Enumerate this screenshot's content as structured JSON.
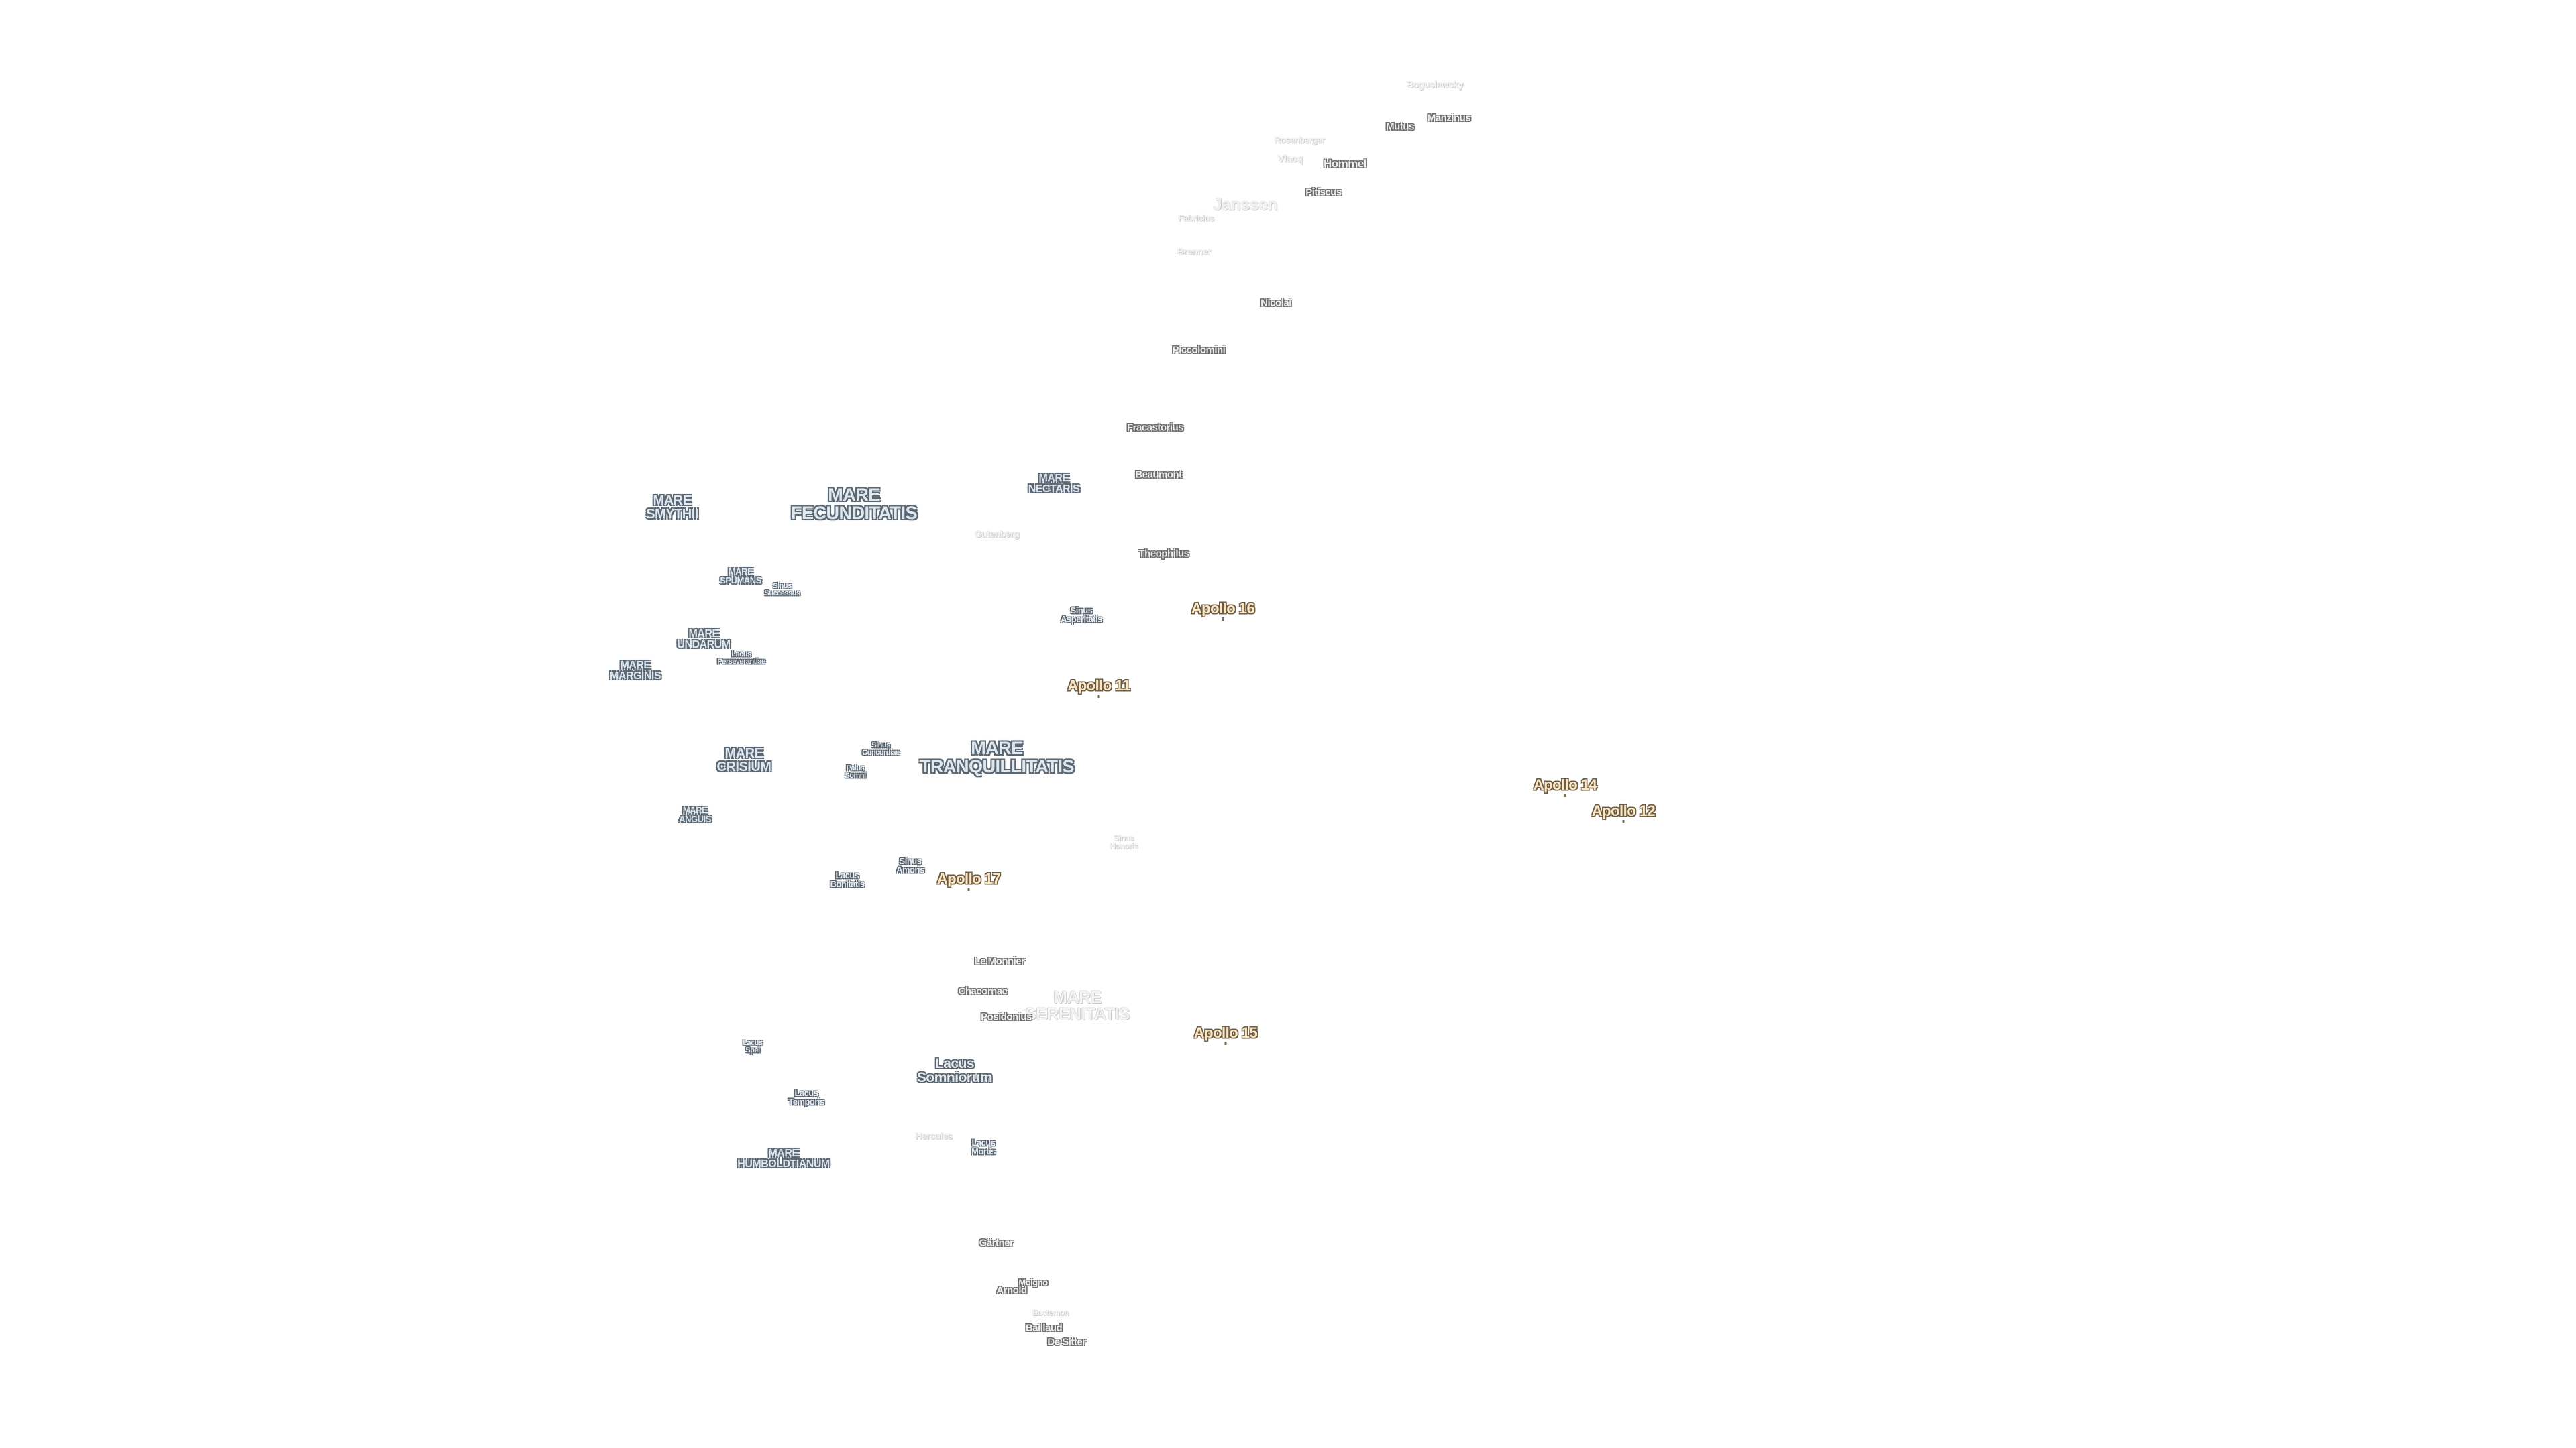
{
  "apollo_sites": [
    {
      "id": "apollo-16",
      "label": "Apollo 16"
    },
    {
      "id": "apollo-11",
      "label": "Apollo 11"
    },
    {
      "id": "apollo-14",
      "label": "Apollo 14"
    },
    {
      "id": "apollo-12",
      "label": "Apollo 12"
    },
    {
      "id": "apollo-17",
      "label": "Apollo 17"
    },
    {
      "id": "apollo-15",
      "label": "Apollo 15"
    }
  ],
  "maria": [
    {
      "id": "mare-fecunditatis",
      "label": "MARE\nFECUNDITATIS"
    },
    {
      "id": "mare-tranquillitatis",
      "label": "MARE\nTRANQUILLITATIS"
    },
    {
      "id": "mare-crisium",
      "label": "MARE\nCRISIUM"
    },
    {
      "id": "mare-smythii",
      "label": "MARE\nSMYTHII"
    },
    {
      "id": "mare-nectaris",
      "label": "MARE\nNECTARIS"
    },
    {
      "id": "mare-marginis",
      "label": "MARE\nMARGINIS"
    },
    {
      "id": "mare-undarum",
      "label": "MARE\nUNDARUM"
    },
    {
      "id": "mare-humboldtianum",
      "label": "MARE\nHUMBOLDTIANUM"
    },
    {
      "id": "mare-spumans",
      "label": "MARE\nSPUMANS"
    },
    {
      "id": "mare-anguis",
      "label": "MARE\nANGUIS"
    },
    {
      "id": "mare-serenitatis",
      "label": "MARE\nSERENITATIS"
    }
  ],
  "lakes_bays": [
    {
      "id": "lacus-somniorum",
      "label": "Lacus\nSomniorum"
    },
    {
      "id": "sinus-successus",
      "label": "Sinus\nSuccessus"
    },
    {
      "id": "lacus-perseverantiae",
      "label": "Lacus\nPerseverantiae"
    },
    {
      "id": "sinus-asperitatis",
      "label": "Sinus\nAsperitatis"
    },
    {
      "id": "sinus-concordiae",
      "label": "Sinus\nConcordiae"
    },
    {
      "id": "palus-somni",
      "label": "Palus\nSomni"
    },
    {
      "id": "sinus-amoris",
      "label": "Sinus\nAmoris"
    },
    {
      "id": "lacus-bonitatis",
      "label": "Lacus\nBonitatis"
    },
    {
      "id": "lacus-spei",
      "label": "Lacus\nSpei"
    },
    {
      "id": "lacus-temporis",
      "label": "Lacus\nTemporis"
    },
    {
      "id": "lacus-mortis",
      "label": "Lacus\nMortis"
    },
    {
      "id": "sinus-honoris",
      "label": "Sinus\nHonoris"
    }
  ],
  "craters": [
    {
      "id": "boguslawsky",
      "label": "Boguslawsky"
    },
    {
      "id": "manzinus",
      "label": "Manzinus"
    },
    {
      "id": "mutus",
      "label": "Mutus"
    },
    {
      "id": "hommel",
      "label": "Hommel"
    },
    {
      "id": "vlacq",
      "label": "Vlacq"
    },
    {
      "id": "rosenberger",
      "label": "Rosenberger"
    },
    {
      "id": "pitiscus",
      "label": "Pitiscus"
    },
    {
      "id": "janssen",
      "label": "Janssen"
    },
    {
      "id": "fabricius",
      "label": "Fabricius"
    },
    {
      "id": "brenner",
      "label": "Brenner"
    },
    {
      "id": "nicolai",
      "label": "Nicolai"
    },
    {
      "id": "piccolomini",
      "label": "Piccolomini"
    },
    {
      "id": "fracastorius",
      "label": "Fracastorius"
    },
    {
      "id": "beaumont",
      "label": "Beaumont"
    },
    {
      "id": "gutenberg",
      "label": "Gutenberg"
    },
    {
      "id": "theophilus",
      "label": "Theophilus"
    },
    {
      "id": "le-monnier",
      "label": "Le Monnier"
    },
    {
      "id": "chacornac",
      "label": "Chacornac"
    },
    {
      "id": "posidonius",
      "label": "Posidonius"
    },
    {
      "id": "hercules",
      "label": "Hercules"
    },
    {
      "id": "gartner",
      "label": "Gärtner"
    },
    {
      "id": "arnold",
      "label": "Arnold"
    },
    {
      "id": "bailly-top",
      "label": "Moigno"
    },
    {
      "id": "baillaud",
      "label": "Baillaud"
    },
    {
      "id": "euctemon",
      "label": "Euctemon"
    },
    {
      "id": "de-sitter",
      "label": "De Sitter"
    }
  ]
}
